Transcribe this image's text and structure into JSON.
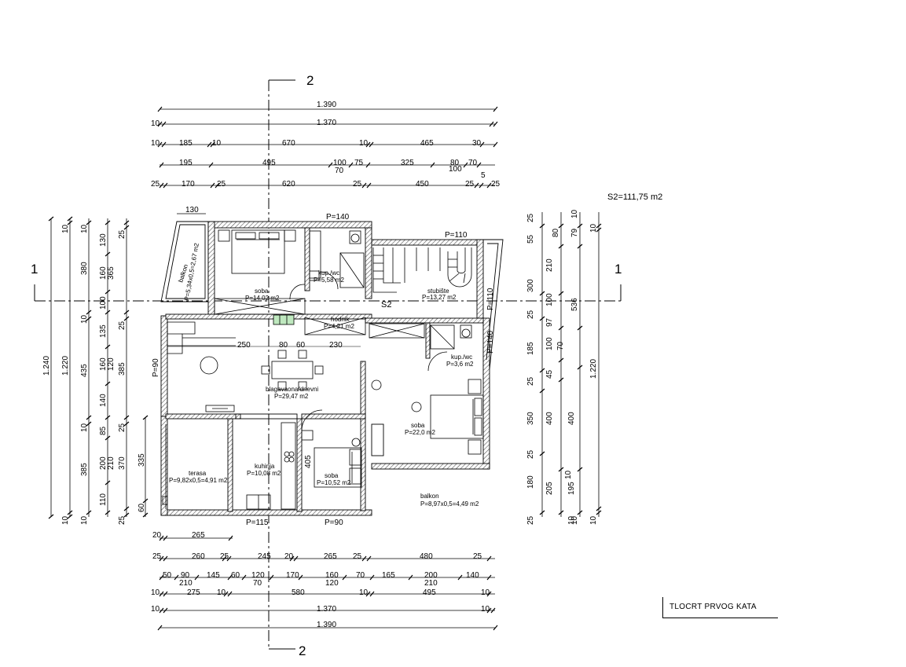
{
  "drawing_title": "TLOCRT PRVOG KATA",
  "total_area": "S2=111,75 m2",
  "section_marks": {
    "vertical": "2",
    "horizontal": "1",
    "stair_label": "S2"
  },
  "top_dims": {
    "row1": [
      "1.390"
    ],
    "row2": [
      "10",
      "1.370"
    ],
    "row3": [
      "10",
      "185",
      "10",
      "670",
      "10",
      "465",
      "30"
    ],
    "row4": [
      "195",
      "495",
      "100",
      "70",
      "75",
      "325",
      "80",
      "100",
      "70",
      "5"
    ],
    "row5": [
      "25",
      "170",
      "25",
      "620",
      "25",
      "450",
      "25",
      "25"
    ]
  },
  "top_marks": [
    "130",
    "P=140",
    "P=110"
  ],
  "bottom_marks": [
    "P=115",
    "P=90"
  ],
  "bottom_dims": {
    "row1": [
      "20",
      "265"
    ],
    "row2": [
      "25",
      "260",
      "25",
      "245",
      "20",
      "265",
      "25",
      "480",
      "25"
    ],
    "row3": [
      "50",
      "90",
      "210",
      "145",
      "60",
      "120",
      "70",
      "170",
      "160",
      "120",
      "70",
      "165",
      "200",
      "210",
      "140"
    ],
    "row4": [
      "10",
      "275",
      "10",
      "580",
      "10",
      "495",
      "10"
    ],
    "row5": [
      "10",
      "1.370",
      "10"
    ],
    "row6": [
      "1.390"
    ]
  },
  "left_dims": {
    "col1": [
      "1.240"
    ],
    "col2": [
      "10",
      "1.220",
      "10"
    ],
    "col3": [
      "10",
      "380",
      "10",
      "435",
      "10",
      "385",
      "10"
    ],
    "col4": [
      "130",
      "160",
      "100",
      "135",
      "160",
      "140",
      "85",
      "200",
      "110",
      "120",
      "210"
    ],
    "col5": [
      "25",
      "365",
      "25",
      "385",
      "25",
      "370",
      "25"
    ],
    "col6": [
      "335",
      "60"
    ]
  },
  "right_dims": {
    "col1": [
      "25",
      "300",
      "25",
      "185",
      "25",
      "350",
      "25",
      "180",
      "25"
    ],
    "col2": [
      "55",
      "210",
      "100",
      "97",
      "100",
      "45",
      "400",
      "205",
      "10"
    ],
    "col3": [
      "80",
      "70",
      "400",
      "195",
      "10"
    ],
    "col4": [
      "10",
      "79",
      "536",
      "10"
    ],
    "col5": [
      "10",
      "1.220",
      "10"
    ]
  },
  "wall_marks": [
    "P=90",
    "P=110",
    "P=140"
  ],
  "interior_dims": [
    "250",
    "80",
    "60",
    "230",
    "405"
  ],
  "rooms": [
    {
      "name": "soba",
      "area": "P=14,02 m2"
    },
    {
      "name": "kup./wc",
      "area": "P=5,58 m2"
    },
    {
      "name": "stubište",
      "area": "P=13,27 m2"
    },
    {
      "name": "hodnik",
      "area": "P=4,21 m2"
    },
    {
      "name": "balkon",
      "area": "P=5,34x0,5=2,67 m2"
    },
    {
      "name": "kup./wc",
      "area": "P=3,6 m2"
    },
    {
      "name": "blagavaona/dnevni",
      "area": "P=29,47 m2"
    },
    {
      "name": "soba",
      "area": "P=22,0 m2"
    },
    {
      "name": "terasa",
      "area": "P=9,82x0,5=4,91 m2"
    },
    {
      "name": "kuhinja",
      "area": "P=10,08 m2"
    },
    {
      "name": "soba",
      "area": "P=10,52 m2"
    },
    {
      "name": "balkon",
      "area": "P=8,97x0,5=4,49 m2"
    }
  ]
}
